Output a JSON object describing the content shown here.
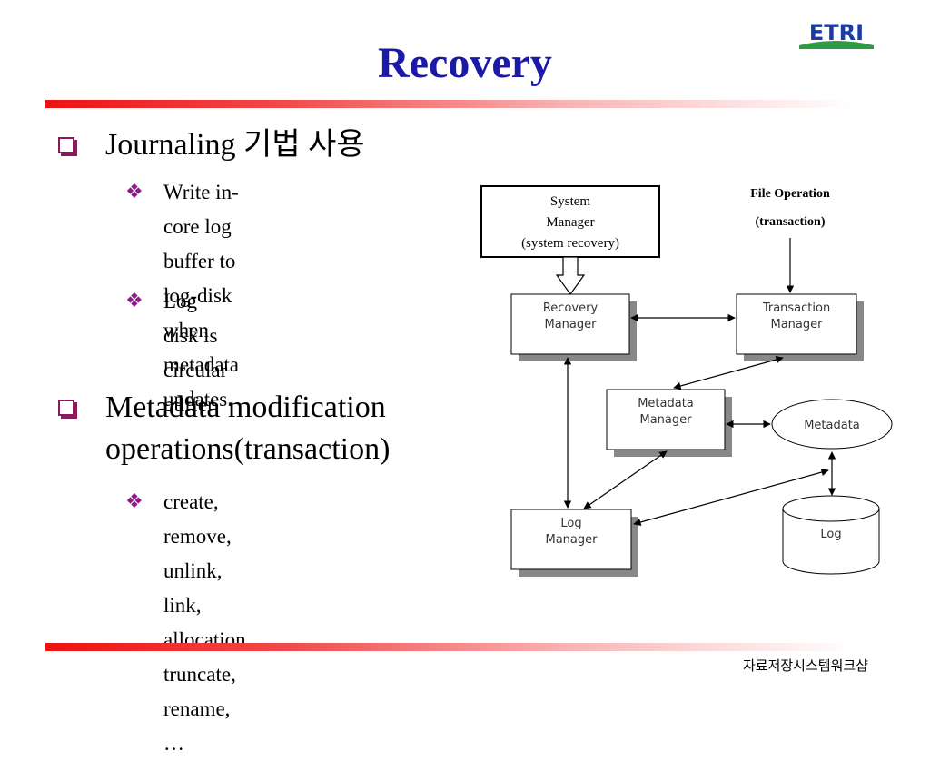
{
  "slide": {
    "title": "Recovery",
    "logo_text": "ETRI",
    "footer": "자료저장시스템워크샵"
  },
  "bullets": [
    {
      "text": "Journaling 기법 사용",
      "sub": [
        "Write in-core log buffer to\nlog-disk when metadata\nupdates.",
        "Log disk is circular buffer"
      ]
    },
    {
      "text": "Metadata modification\noperations(transaction)",
      "sub": [
        "create, remove, unlink, link,\nallocation, truncate, rename,\n…"
      ]
    }
  ],
  "diagram": {
    "system_manager": [
      "System",
      "Manager",
      "(system recovery)"
    ],
    "file_operation": [
      "File Operation",
      "(transaction)"
    ],
    "recovery_manager": [
      "Recovery",
      "Manager"
    ],
    "transaction_manager": [
      "Transaction",
      "Manager"
    ],
    "metadata_manager": [
      "Metadata",
      "Manager"
    ],
    "metadata": "Metadata",
    "log_manager": [
      "Log",
      "Manager"
    ],
    "log": "Log"
  },
  "colors": {
    "title": "#1a1aa6",
    "bullet_box": "#8b1a5a",
    "rule": "#ee1111",
    "logo_blue": "#1a3aa6",
    "logo_green": "#2e9a44"
  }
}
